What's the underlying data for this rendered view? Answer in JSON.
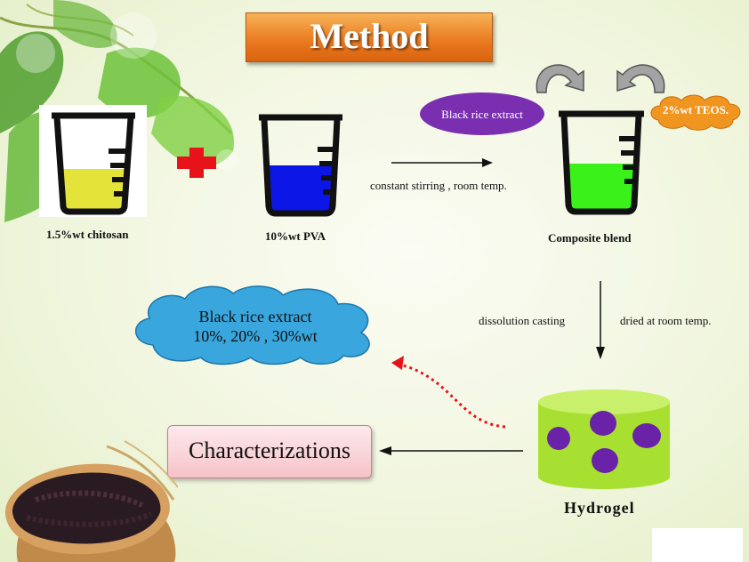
{
  "title": "Method",
  "beakers": {
    "chitosan_label": "1.5%wt chitosan",
    "pva_label": "10%wt PVA",
    "blend_label": "Composite blend"
  },
  "process": {
    "stirring_label": "constant stirring , room temp.",
    "extract_label": "Black rice extract",
    "teos_label": "2%wt TEOS.",
    "casting_label": "dissolution casting",
    "drying_label": "dried at room temp."
  },
  "cloud": {
    "line1": "Black rice extract",
    "line2": "10%, 20% , 30%wt"
  },
  "characterizations_label": "Characterizations",
  "hydrogel_label": "Hydrogel",
  "colors": {
    "chitosan": "#e3e33a",
    "pva": "#0b16e6",
    "blend": "#3af21a",
    "hydrogel": "#a8e032",
    "particles": "#6a22a8",
    "extract_ellipse": "#7a2fb0",
    "teos_cloud": "#f0951f",
    "cloud": "#39a6dd",
    "plus": "#e8121b"
  },
  "icons": [
    "leaf-decoration",
    "plus-icon",
    "curved-arrow-icon",
    "rice-bowl"
  ]
}
